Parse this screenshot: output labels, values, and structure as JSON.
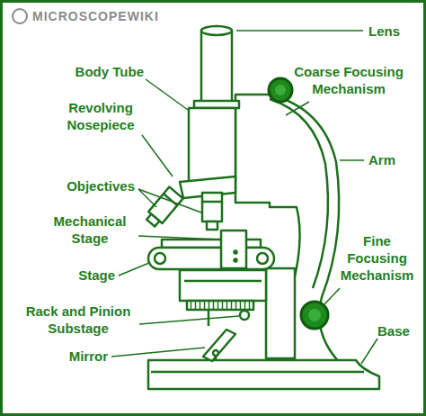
{
  "diagram": {
    "labels": [
      "MICROSCOPEWIKI",
      "Lens",
      "Body Tube",
      "Coarse Focusing Mechanism",
      "Revolving Nosepiece",
      "Arm",
      "Objectives",
      "Mechanical Stage",
      "Fine Focusing Mechanism",
      "Stage",
      "Rack and Pinion Substage",
      "Base",
      "Mirror"
    ]
  }
}
